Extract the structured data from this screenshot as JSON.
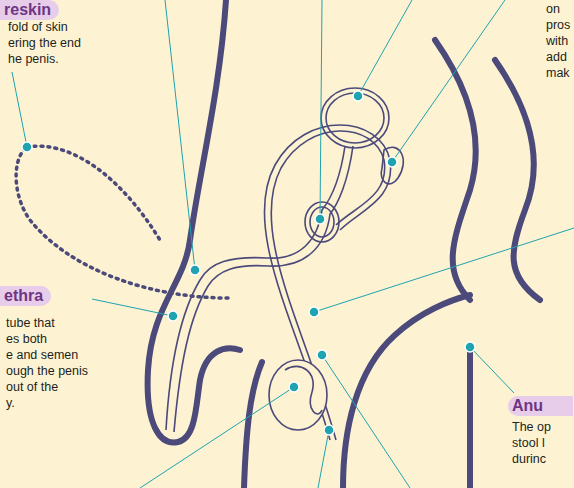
{
  "diagram": {
    "labels": [
      "reskin",
      "fold of skin",
      "ering the end",
      "he penis.",
      "ethra",
      "tube that",
      "es both",
      "e and semen",
      "ough the penis",
      "out of the",
      "y.",
      "on",
      "pros",
      "with",
      "add",
      "mak",
      "Anu",
      "The op",
      "stool l",
      "durinc"
    ]
  }
}
